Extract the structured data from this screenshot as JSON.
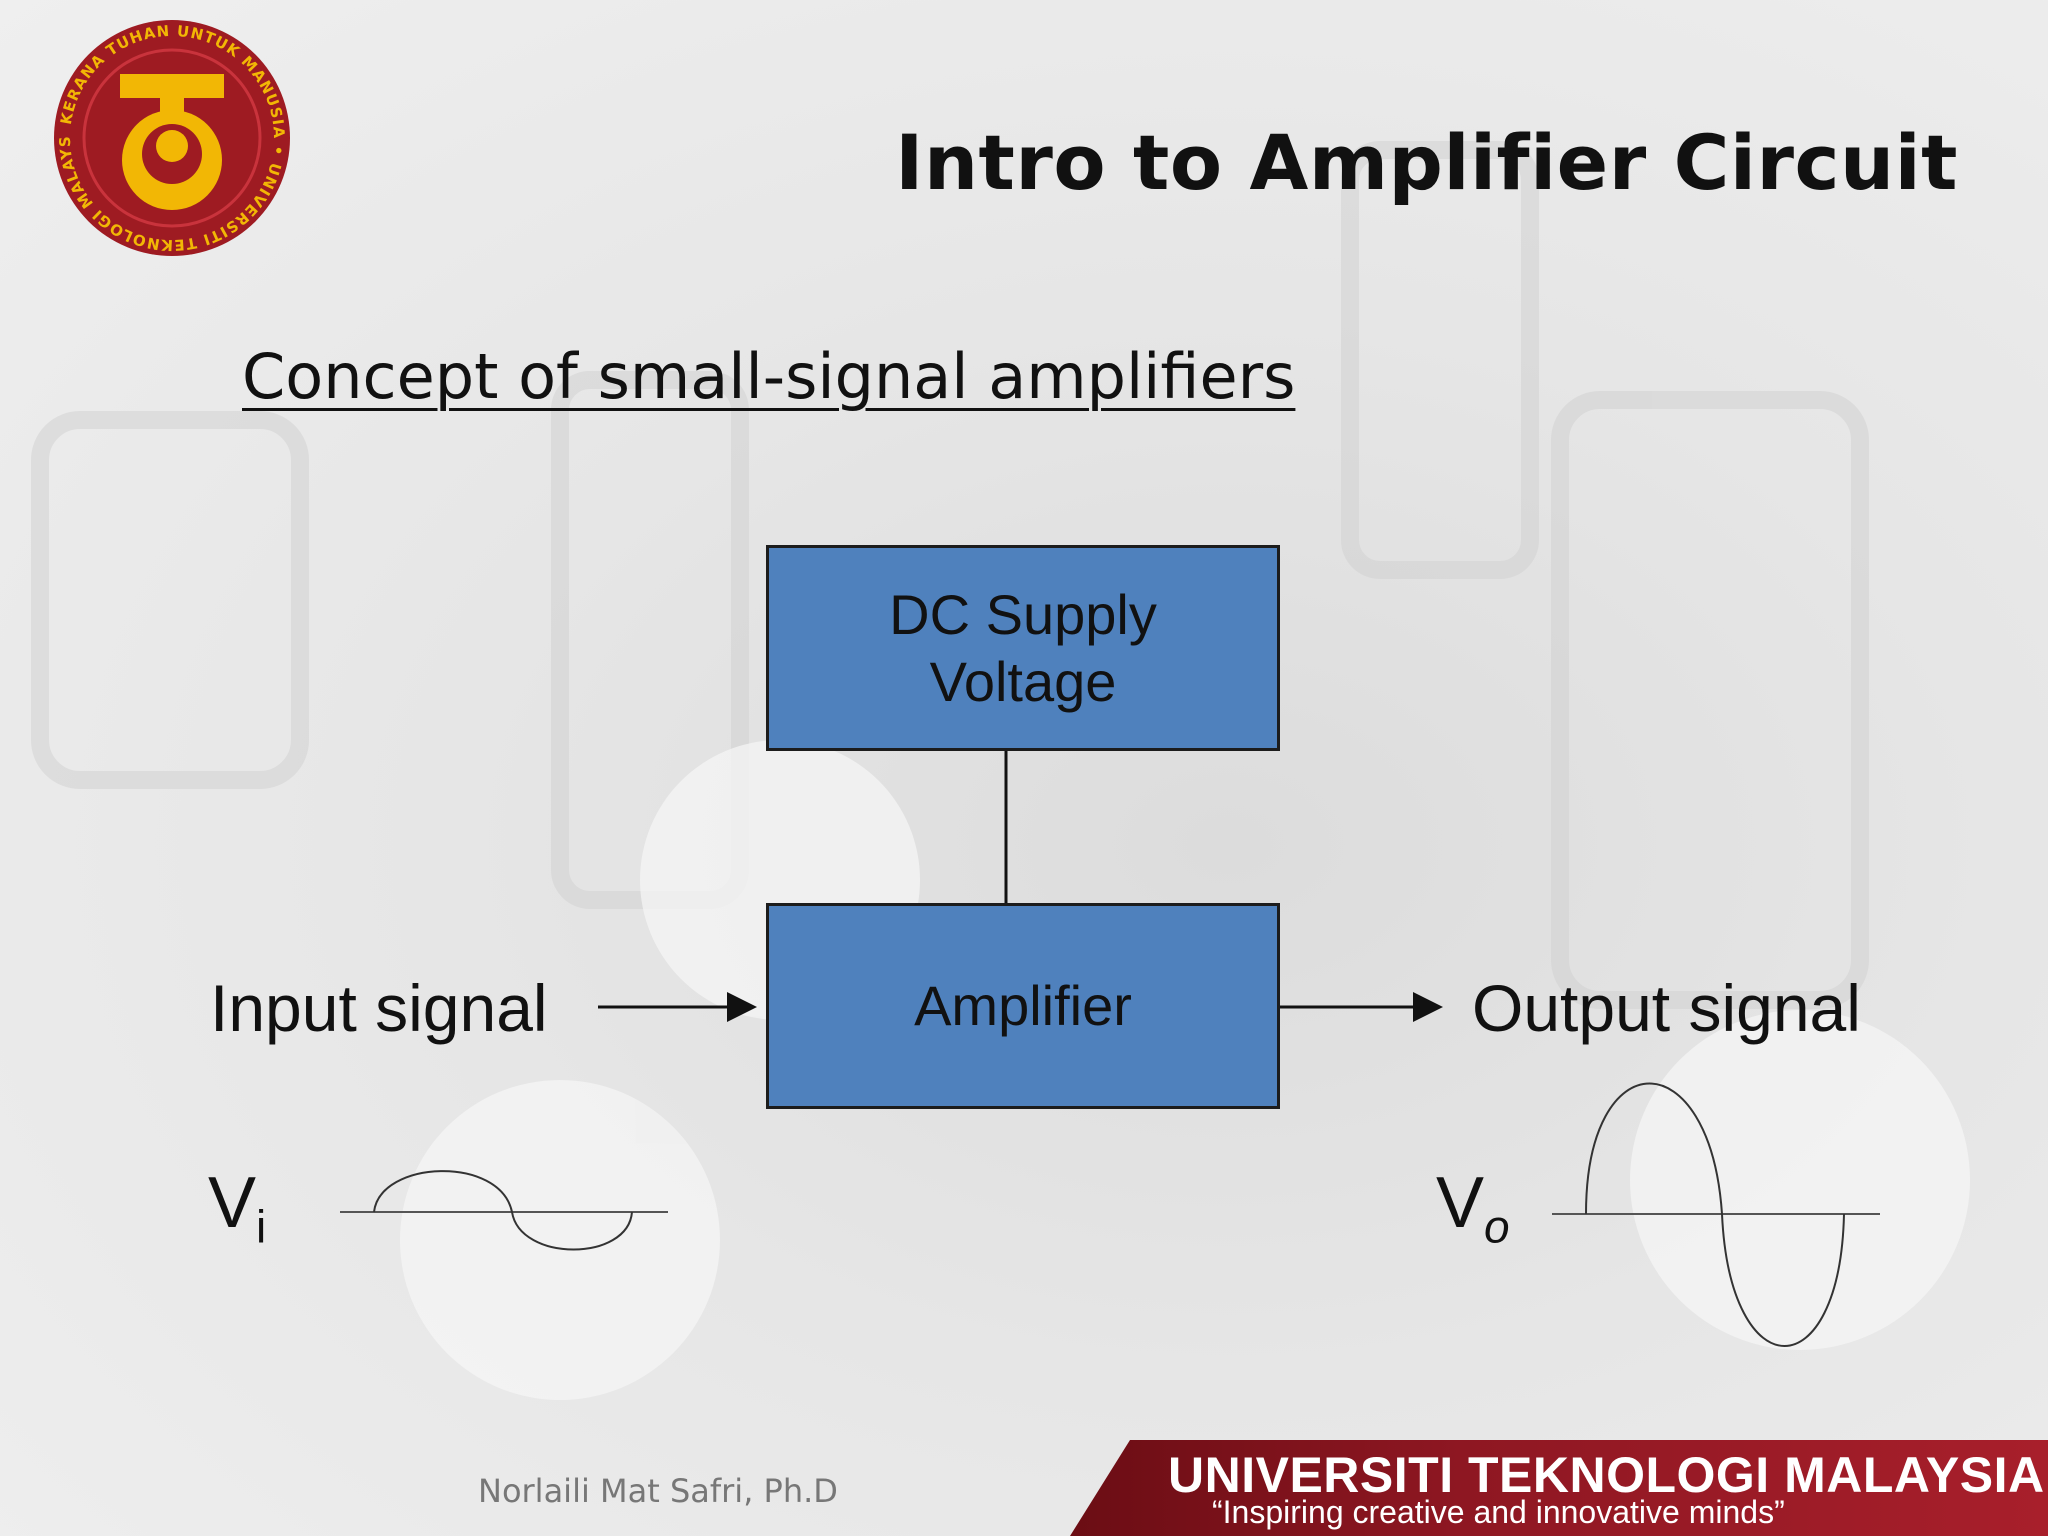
{
  "header": {
    "title": "Intro to Amplifier Circuit",
    "subtitle": "Concept of small-signal amplifiers"
  },
  "logo": {
    "ring_text": "KERANA TUHAN UNTUK MANUSIA • UNIVERSITI TEKNOLOGI MALAYSIA",
    "ring_color": "#9e1b22",
    "emblem_color": "#f2b705"
  },
  "diagram": {
    "blocks": {
      "dc_supply_line1": "DC Supply",
      "dc_supply_line2": "Voltage",
      "amplifier": "Amplifier",
      "fill_color": "#4f81bd"
    },
    "input_label": "Input signal",
    "output_label": "Output signal",
    "vi_symbol": "V",
    "vi_subscript": "i",
    "vo_symbol": "V",
    "vo_subscript": "o"
  },
  "footer": {
    "author": "Norlaili Mat Safri, Ph.D",
    "university": "UNIVERSITI TEKNOLOGI MALAYSIA",
    "tagline": "“Inspiring creative and innovative minds”",
    "banner_color": "#8e1722"
  }
}
